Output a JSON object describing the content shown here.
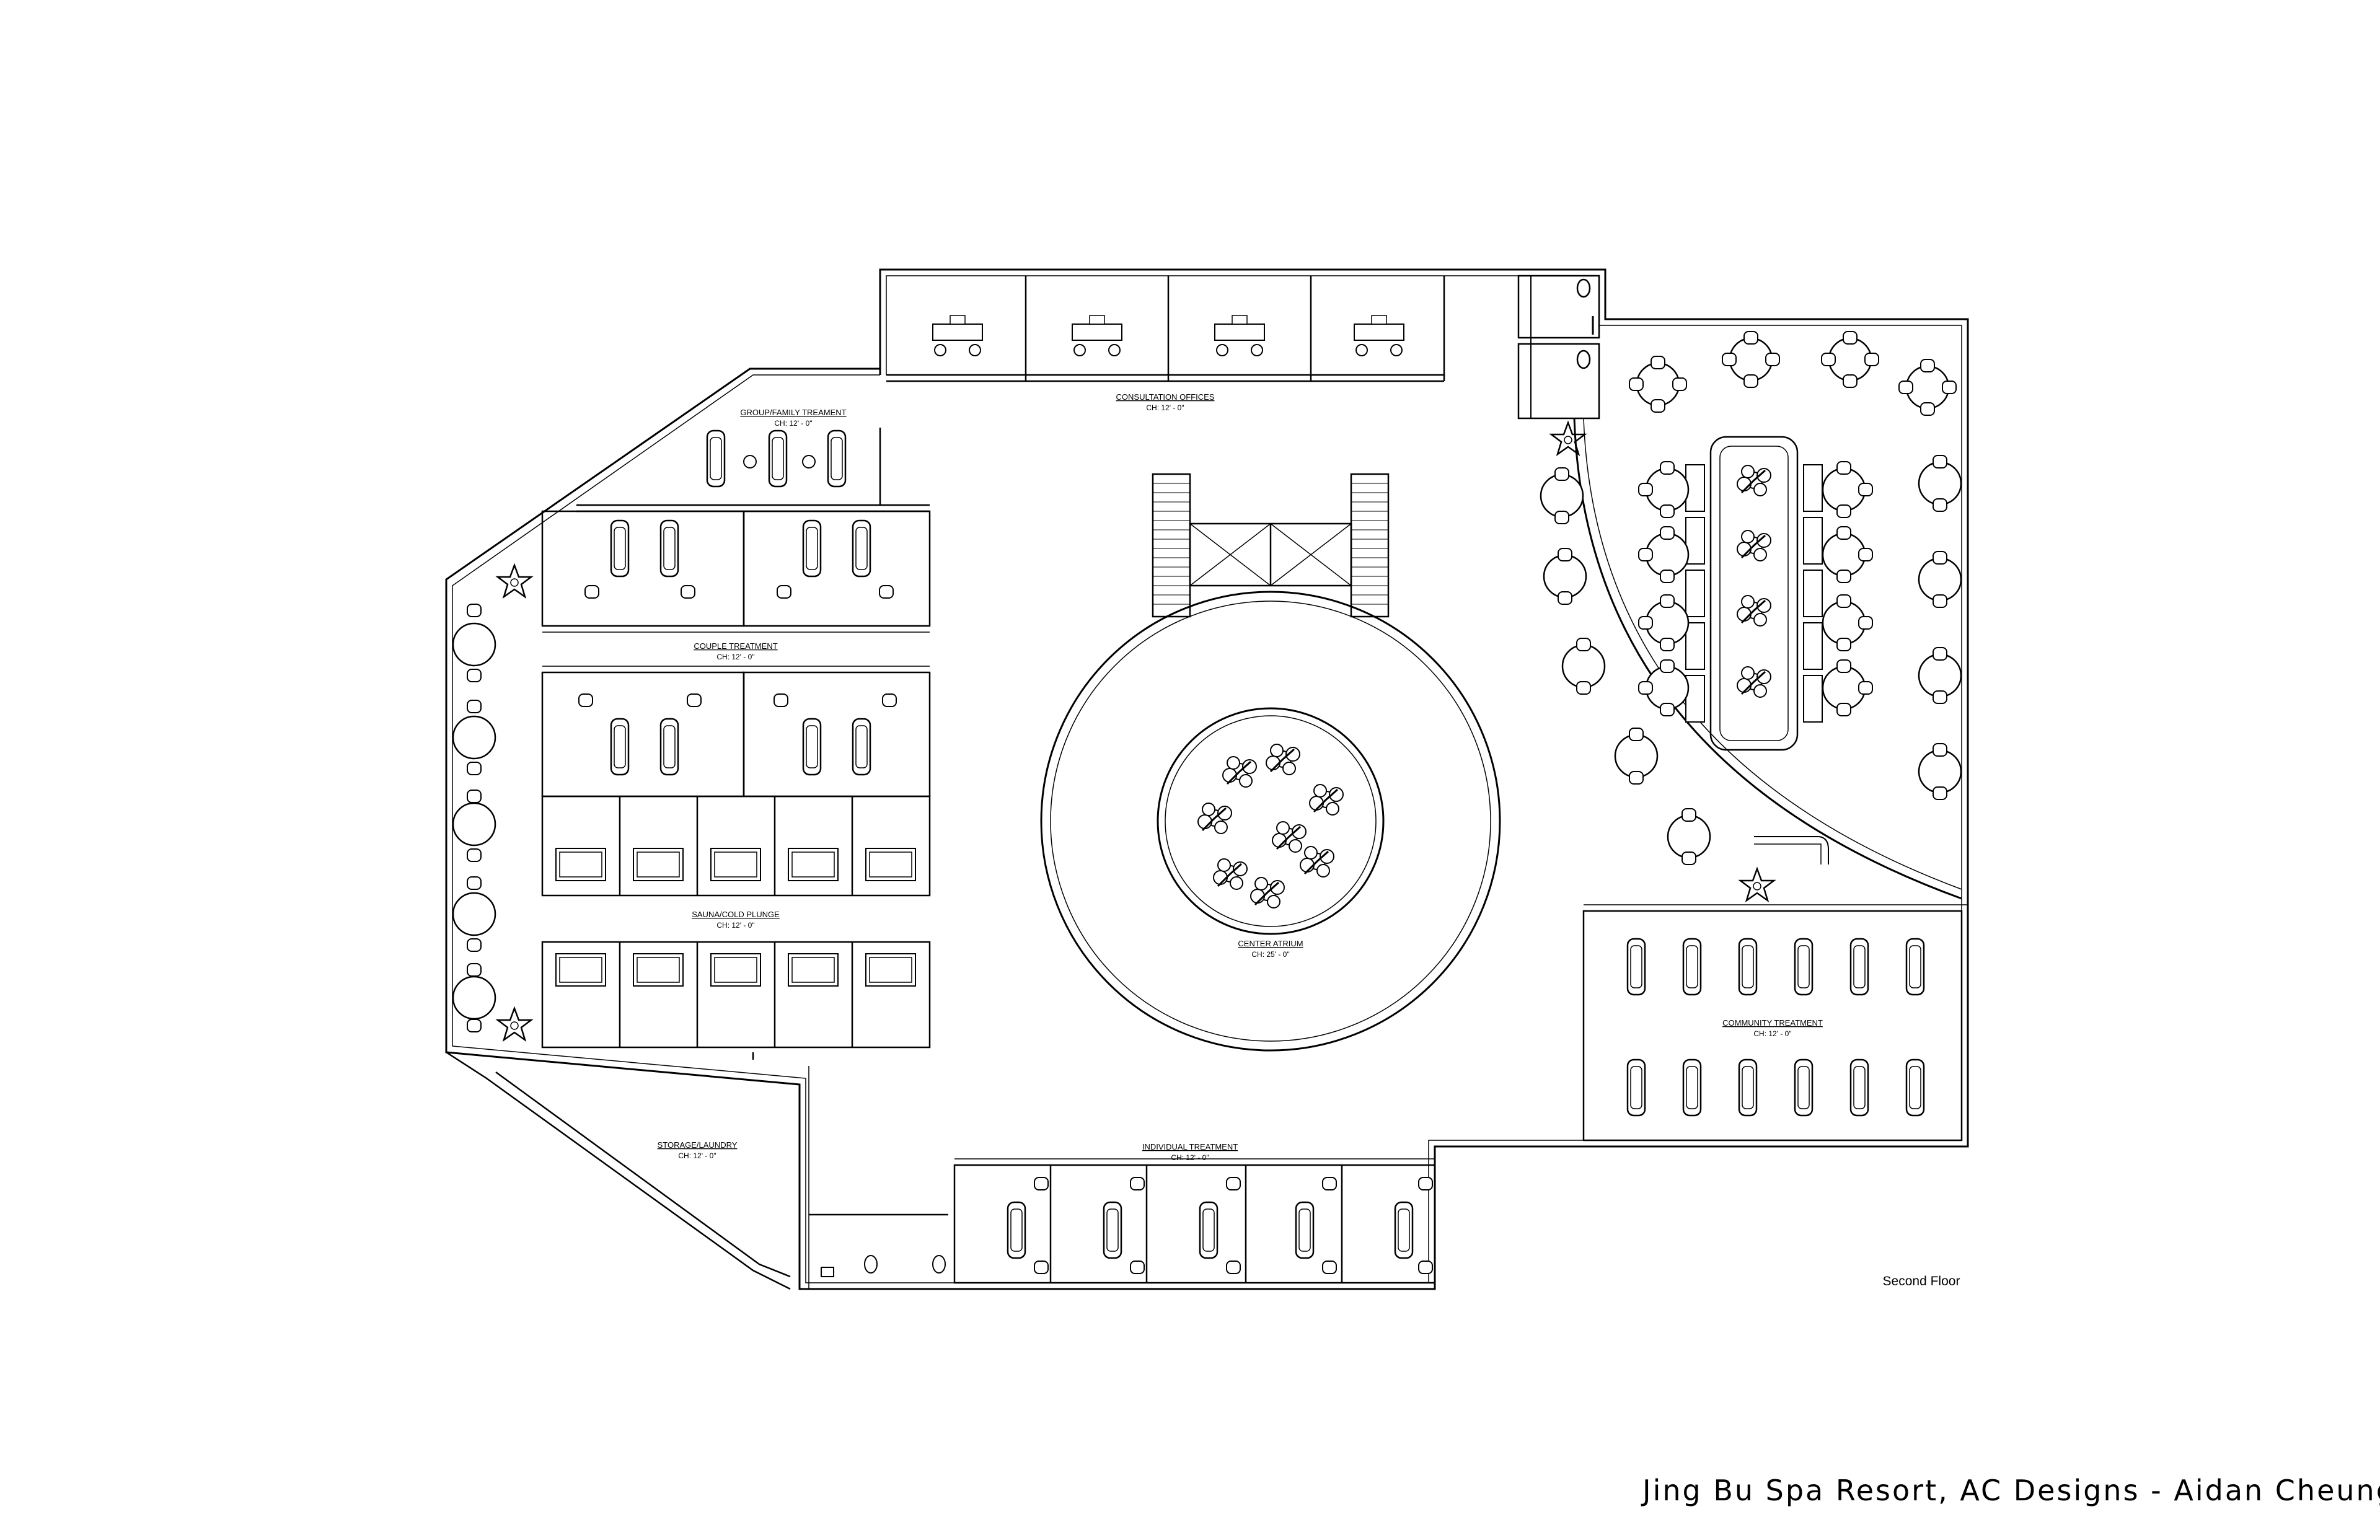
{
  "rooms": {
    "consultation": {
      "name": "CONSULTATION OFFICES",
      "ch": "CH: 12' - 0\""
    },
    "group_family": {
      "name": "GROUP/FAMILY TREAMENT",
      "ch": "CH: 12' - 0\""
    },
    "couple": {
      "name": "COUPLE TREATMENT",
      "ch": "CH: 12' - 0\""
    },
    "sauna": {
      "name": "SAUNA/COLD PLUNGE",
      "ch": "CH: 12' - 0\""
    },
    "atrium": {
      "name": "CENTER ATRIUM",
      "ch": "CH: 25' - 0\""
    },
    "community": {
      "name": "COMMUNITY TREATMENT",
      "ch": "CH: 12' - 0\""
    },
    "storage": {
      "name": "STORAGE/LAUNDRY",
      "ch": "CH: 12' - 0\""
    },
    "individual": {
      "name": "INDIVIDUAL TREATMENT",
      "ch": "CH: 12' - 0\""
    }
  },
  "floor_label": "Second Floor",
  "credit": "Jing Bu Spa Resort, AC Designs - Aidan Cheung",
  "colors": {
    "line": "#000000",
    "background": "#ffffff"
  }
}
